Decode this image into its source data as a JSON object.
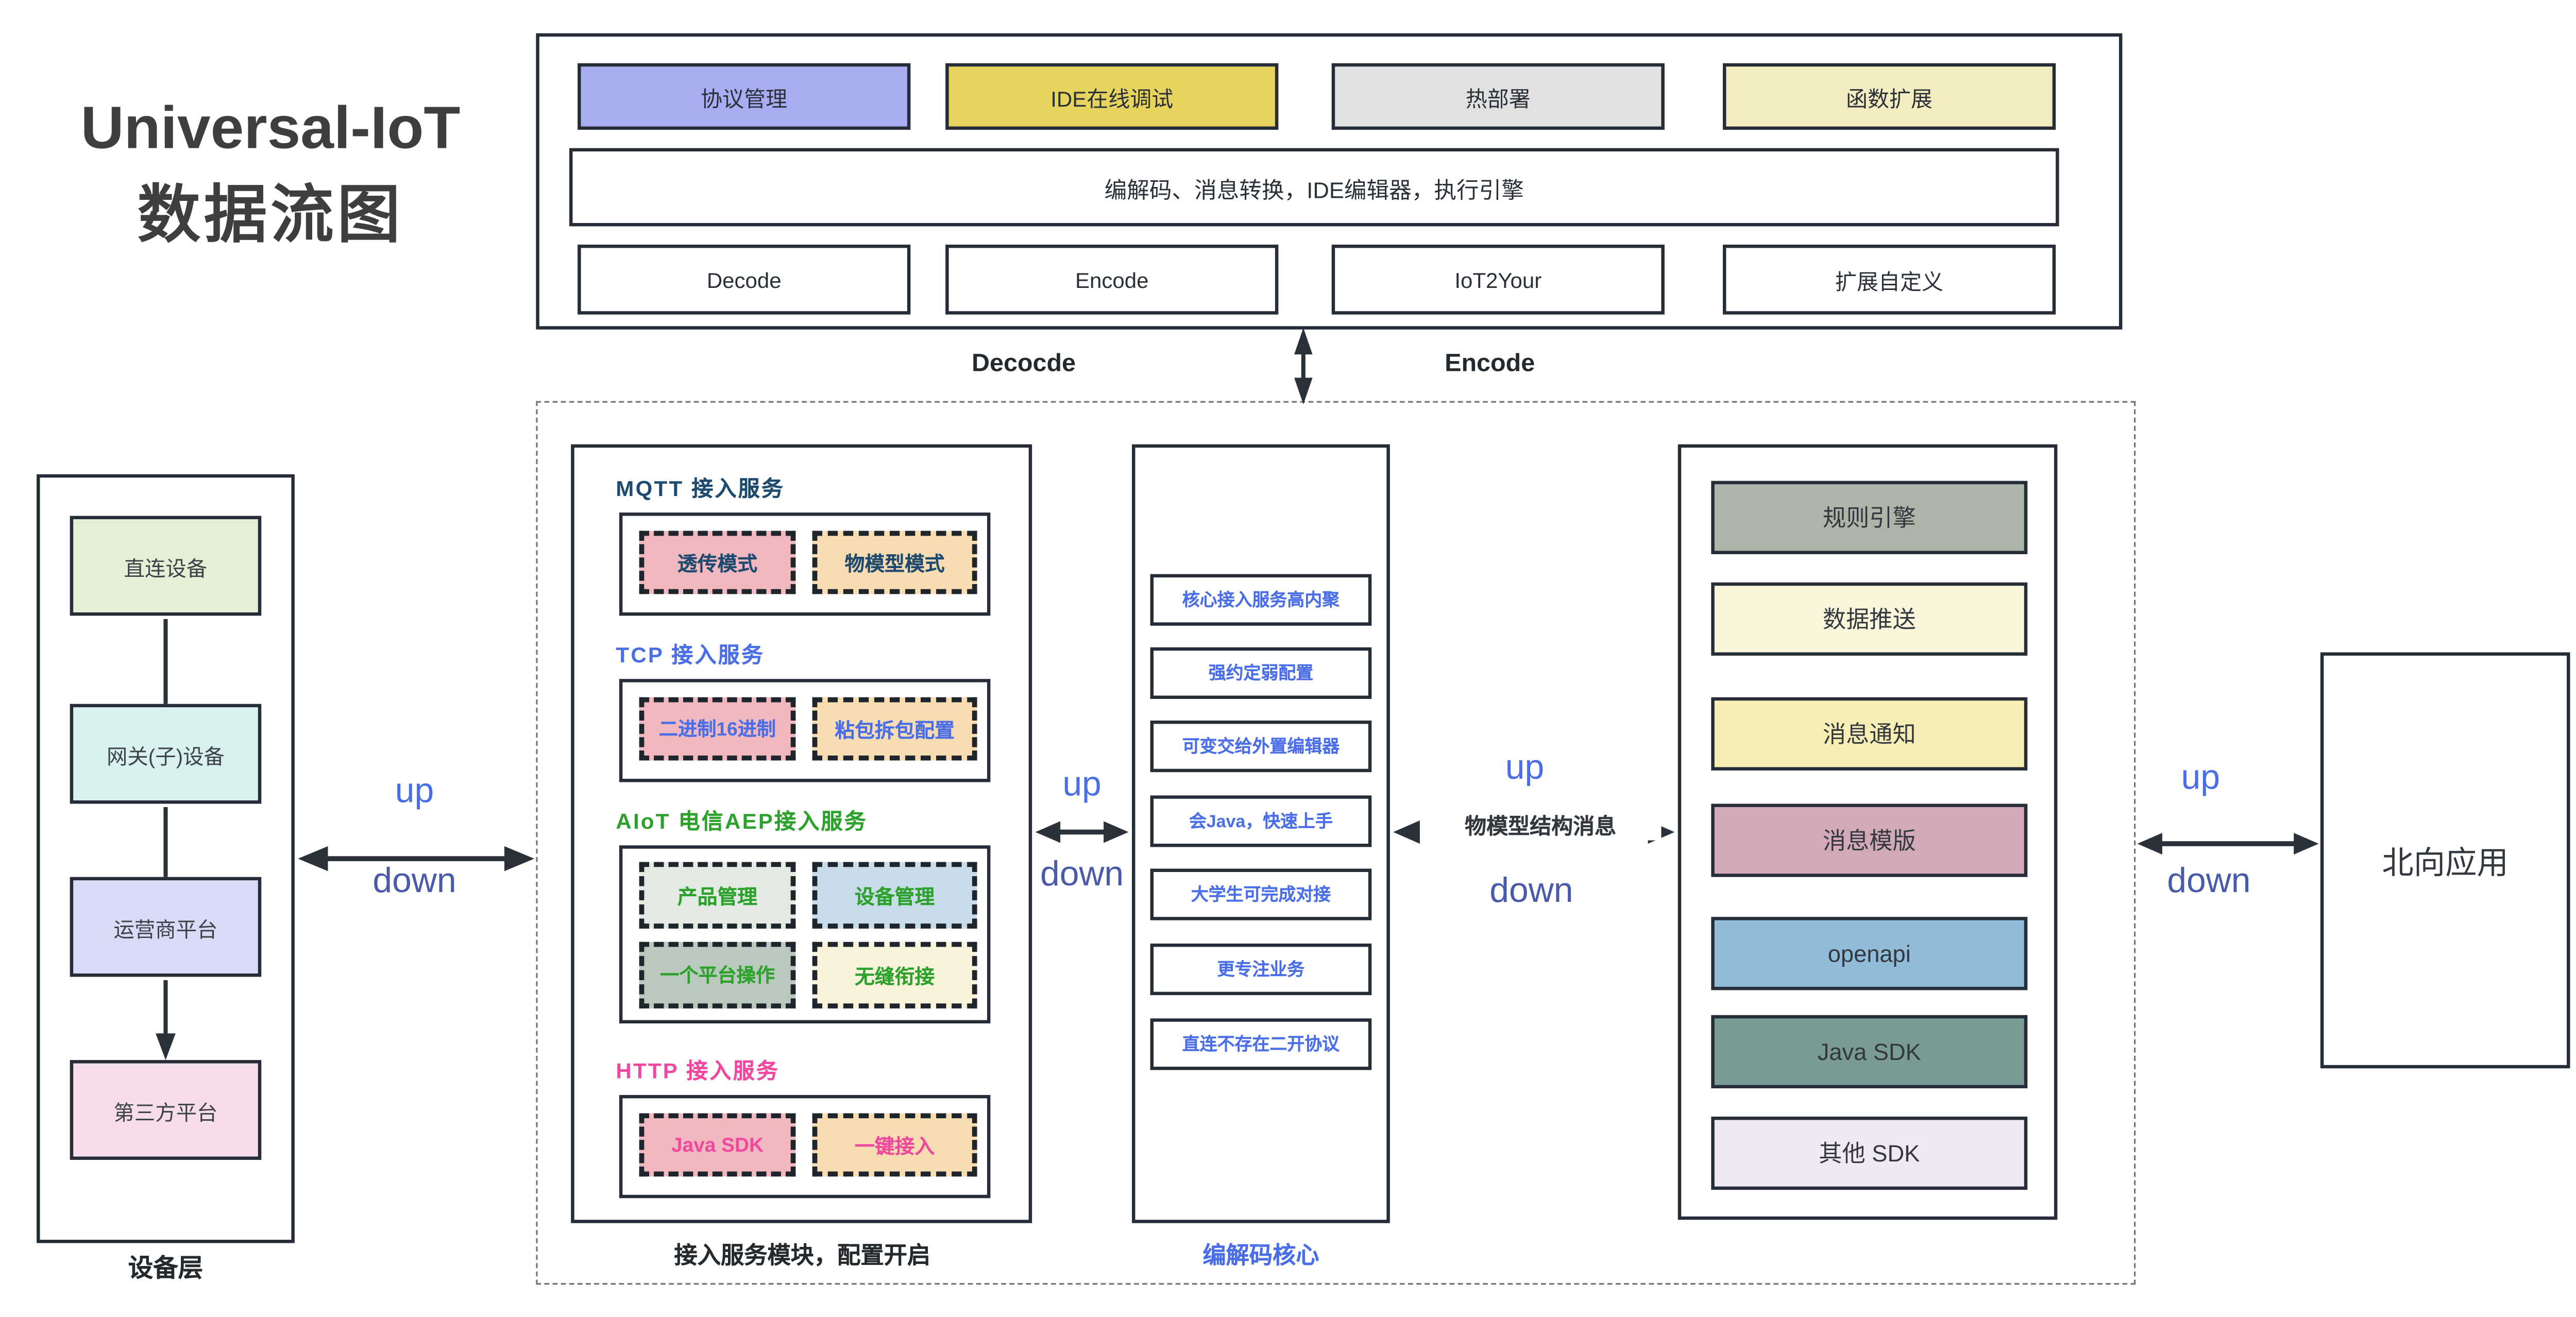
{
  "title": {
    "line1": "Universal-IoT",
    "line2": "数据流图"
  },
  "colors": {
    "accent_blue": "#4a6de8",
    "accent_indigo": "#4a5aab",
    "navy": "#1d4a6e",
    "green": "#2ca12c",
    "magenta": "#f1489f",
    "border_dark": "#262d38"
  },
  "top_panel": {
    "feature_buttons": [
      {
        "label": "协议管理",
        "bg": "#a7adf0"
      },
      {
        "label": "IDE在线调试",
        "bg": "#e6d45f"
      },
      {
        "label": "热部署",
        "bg": "#e1e1e1"
      },
      {
        "label": "函数扩展",
        "bg": "#f4edc2"
      }
    ],
    "engine_bar_label": "编解码、消息转换，IDE编辑器，执行引擎",
    "io_boxes": [
      {
        "label": "Decode"
      },
      {
        "label": "Encode"
      },
      {
        "label": "IoT2Your"
      },
      {
        "label": "扩展自定义"
      }
    ],
    "below_labels": {
      "decode": "Decocde",
      "encode": "Encode"
    }
  },
  "device_layer": {
    "caption": "设备层",
    "nodes": [
      {
        "label": "直连设备",
        "bg": "#e4f0d6"
      },
      {
        "label": "网关(子)设备",
        "bg": "#d9f1ee"
      },
      {
        "label": "运营商平台",
        "bg": "#d9dcf6"
      },
      {
        "label": "第三方平台",
        "bg": "#f7dcea"
      }
    ]
  },
  "access_module": {
    "caption": "接入服务模块，配置开启",
    "sections": [
      {
        "heading": "MQTT 接入服务",
        "color": "#1d4a6e",
        "items": [
          {
            "label": "透传模式",
            "bg": "#f2b8bf",
            "fg": "#1d4a6e"
          },
          {
            "label": "物模型模式",
            "bg": "#f8dcb2",
            "fg": "#1d4a6e"
          }
        ]
      },
      {
        "heading": "TCP 接入服务",
        "color": "#4a6de8",
        "items": [
          {
            "label": "二进制16进制",
            "bg": "#f2b8bf",
            "fg": "#4a6de8"
          },
          {
            "label": "粘包拆包配置",
            "bg": "#f8dcb2",
            "fg": "#4a6de8"
          }
        ]
      },
      {
        "heading": "AIoT 电信AEP接入服务",
        "color": "#2ca12c",
        "items": [
          {
            "label": "产品管理",
            "bg": "#e3e9e3",
            "fg": "#2ca12c"
          },
          {
            "label": "设备管理",
            "bg": "#c8dce9",
            "fg": "#2ca12c"
          },
          {
            "label": "一个平台操作",
            "bg": "#b9c9be",
            "fg": "#2ca12c"
          },
          {
            "label": "无缝衔接",
            "bg": "#f8f3da",
            "fg": "#2ca12c"
          }
        ]
      },
      {
        "heading": "HTTP 接入服务",
        "color": "#f1489f",
        "items": [
          {
            "label": "Java SDK",
            "bg": "#f2b8bf",
            "fg": "#f1489f"
          },
          {
            "label": "一键接入",
            "bg": "#f8dcb2",
            "fg": "#f1489f"
          }
        ]
      }
    ]
  },
  "codec_core": {
    "caption": "编解码核心",
    "items": [
      "核心接入服务高内聚",
      "强约定弱配置",
      "可变交给外置编辑器",
      "会Java，快速上手",
      "大学生可完成对接",
      "更专注业务",
      "直连不存在二开协议"
    ]
  },
  "sdk_panel": {
    "items": [
      {
        "label": "规则引擎",
        "bg": "#acb5a7"
      },
      {
        "label": "数据推送",
        "bg": "#faf6dc"
      },
      {
        "label": "消息通知",
        "bg": "#f7eeb5"
      },
      {
        "label": "消息模版",
        "bg": "#d2aab7"
      },
      {
        "label": "openapi",
        "bg": "#90bcd9"
      },
      {
        "label": "Java SDK",
        "bg": "#7a9b94"
      },
      {
        "label": "其他 SDK",
        "bg": "#f0e8f4"
      }
    ]
  },
  "northbound": {
    "label": "北向应用"
  },
  "flow_labels": {
    "device_access": {
      "up": "up",
      "down": "down"
    },
    "access_codec": {
      "up": "up",
      "down": "down"
    },
    "codec_sdk": {
      "up": "up",
      "down": "down",
      "message": "物模型结构消息"
    },
    "sdk_northbound": {
      "up": "up",
      "down": "down"
    }
  }
}
